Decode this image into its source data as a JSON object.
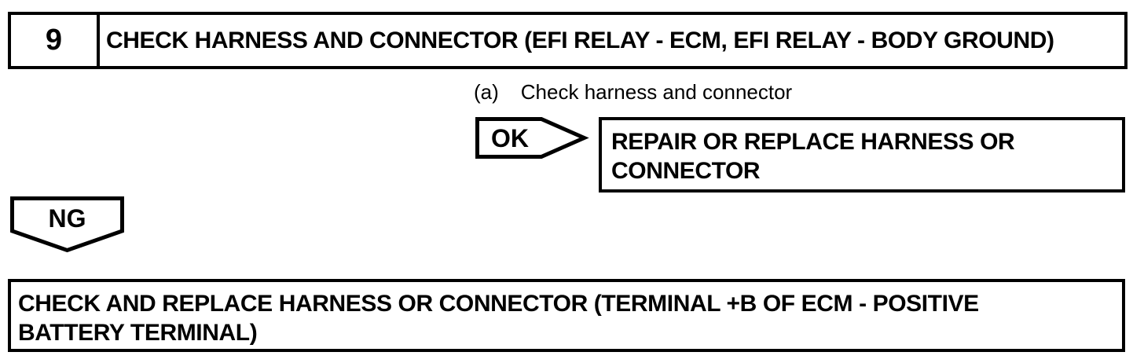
{
  "step": {
    "number": "9",
    "title": "CHECK HARNESS AND CONNECTOR (EFI RELAY - ECM, EFI RELAY - BODY GROUND)"
  },
  "instruction": {
    "marker": "(a)",
    "text": "Check harness and connector"
  },
  "ok_branch": {
    "label": "OK",
    "action_lines": [
      "REPAIR OR REPLACE HARNESS OR",
      "CONNECTOR"
    ]
  },
  "ng_branch": {
    "label": "NG",
    "action_lines": [
      "CHECK AND REPLACE HARNESS OR CONNECTOR (TERMINAL +B OF ECM - POSITIVE",
      "BATTERY TERMINAL)"
    ]
  },
  "colors": {
    "ink": "#000000",
    "paper": "#ffffff"
  }
}
